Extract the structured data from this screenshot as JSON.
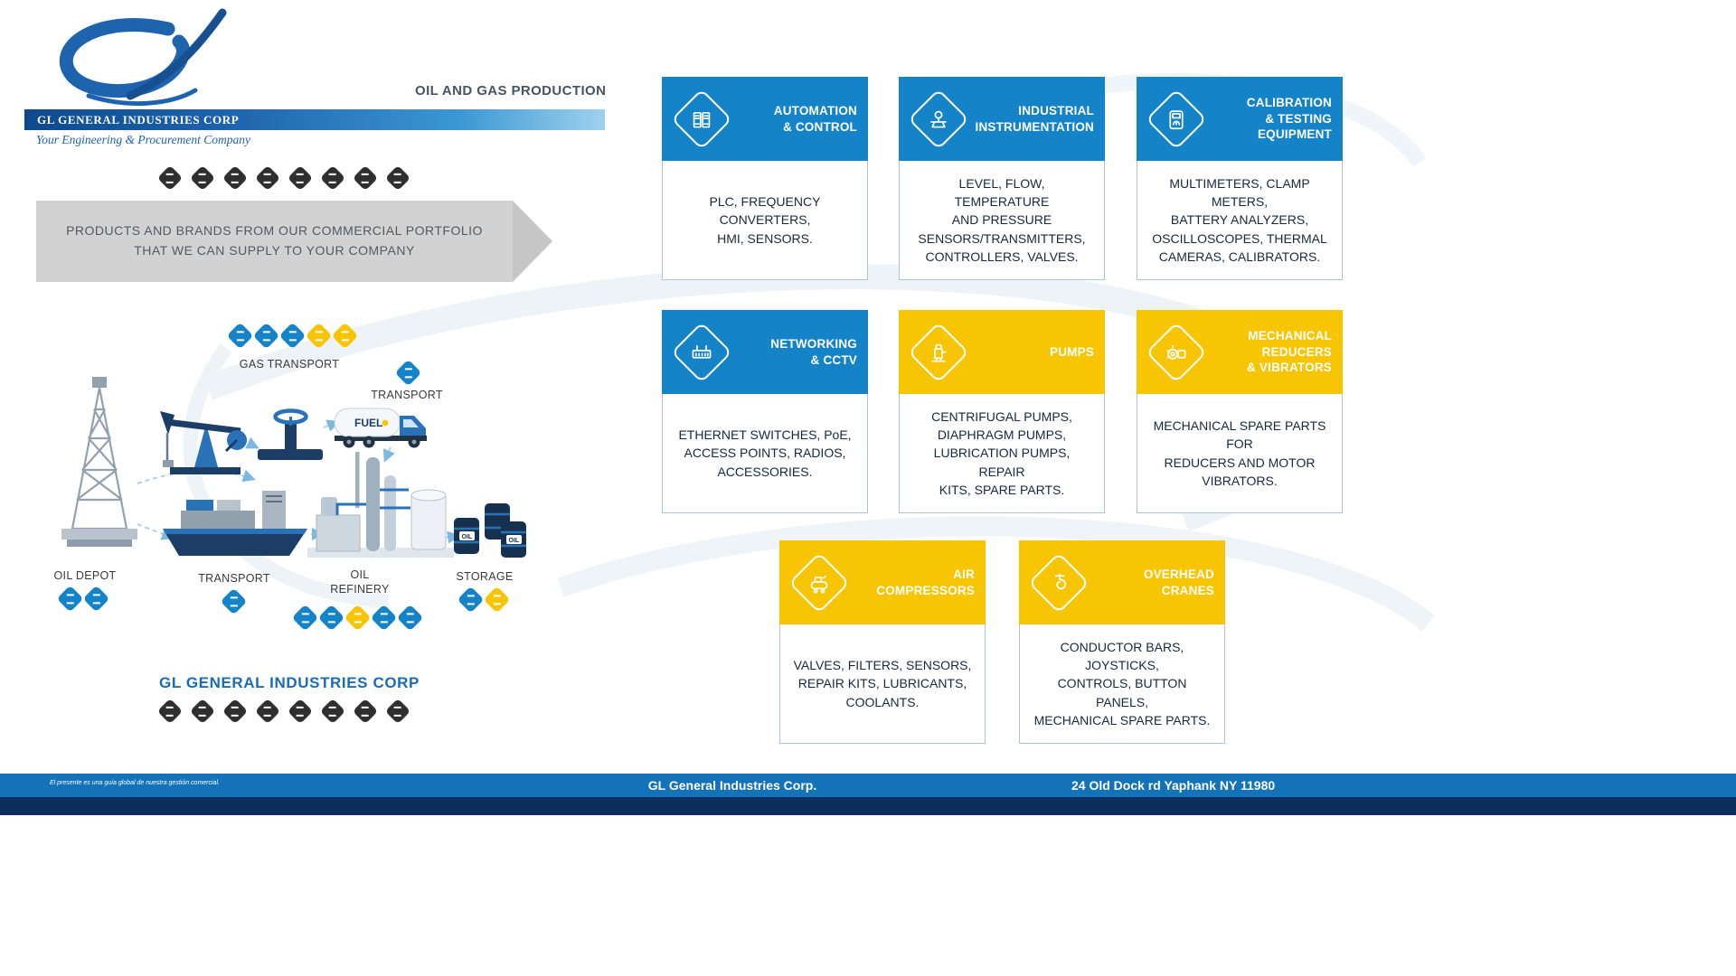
{
  "brand": {
    "name_bar": "GL GENERAL INDUSTRIES CORP",
    "tagline": "Your Engineering & Procurement Company"
  },
  "page": {
    "title": "OIL AND GAS PRODUCTION"
  },
  "banner": {
    "text": "PRODUCTS AND BRANDS FROM OUR COMMERCIAL PORTFOLIO\nTHAT WE CAN SUPPLY TO YOUR COMPANY"
  },
  "icon_strip_top": [
    {
      "name": "automation-icon",
      "color": "dark"
    },
    {
      "name": "instrumentation-icon",
      "color": "dark"
    },
    {
      "name": "calibration-icon",
      "color": "dark"
    },
    {
      "name": "networking-icon",
      "color": "dark"
    },
    {
      "name": "pumps-icon",
      "color": "dark"
    },
    {
      "name": "reducers-icon",
      "color": "dark"
    },
    {
      "name": "compressors-icon",
      "color": "dark"
    },
    {
      "name": "cranes-icon",
      "color": "dark"
    }
  ],
  "icon_strip_bottom": [
    {
      "name": "automation-icon",
      "color": "dark"
    },
    {
      "name": "instrumentation-icon",
      "color": "dark"
    },
    {
      "name": "calibration-icon",
      "color": "dark"
    },
    {
      "name": "networking-icon",
      "color": "dark"
    },
    {
      "name": "pumps-icon",
      "color": "dark"
    },
    {
      "name": "reducers-icon",
      "color": "dark"
    },
    {
      "name": "compressors-icon",
      "color": "dark"
    },
    {
      "name": "cranes-icon",
      "color": "dark"
    }
  ],
  "diagram": {
    "caption": "GL GENERAL INDUSTRIES CORP",
    "truck_label": "FUEL",
    "barrel_label": "OIL",
    "nodes": {
      "gas_transport": "GAS TRANSPORT",
      "transport_top": "TRANSPORT",
      "oil_depot": "OIL DEPOT",
      "transport_ship": "TRANSPORT",
      "refinery": "OIL\nREFINERY",
      "storage": "STORAGE"
    },
    "clusters": {
      "gas_transport": [
        {
          "name": "tanker-truck-icon",
          "color": "blue"
        },
        {
          "name": "trailer-icon",
          "color": "blue"
        },
        {
          "name": "compressor-unit-icon",
          "color": "blue"
        },
        {
          "name": "valve-icon",
          "color": "yellow"
        },
        {
          "name": "pump-icon",
          "color": "yellow"
        }
      ],
      "transport_top": [
        {
          "name": "tanker-truck-icon",
          "color": "blue"
        }
      ],
      "oil_depot": [
        {
          "name": "rig-equipment-icon",
          "color": "blue"
        },
        {
          "name": "pump-icon",
          "color": "blue"
        }
      ],
      "transport_ship": [
        {
          "name": "ship-equipment-icon",
          "color": "blue"
        }
      ],
      "refinery": [
        {
          "name": "column-icon",
          "color": "blue"
        },
        {
          "name": "instrument-icon",
          "color": "blue"
        },
        {
          "name": "safety-icon",
          "color": "yellow"
        },
        {
          "name": "piping-icon",
          "color": "blue"
        },
        {
          "name": "tank-icon",
          "color": "blue"
        }
      ],
      "storage": [
        {
          "name": "barrel-icon",
          "color": "blue"
        },
        {
          "name": "safety-icon",
          "color": "yellow"
        }
      ]
    }
  },
  "cards": [
    {
      "theme": "blue",
      "icon": "plc-icon",
      "title": "AUTOMATION\n& CONTROL",
      "body": "PLC, FREQUENCY CONVERTERS,\nHMI, SENSORS."
    },
    {
      "theme": "blue",
      "icon": "instrument-valve-icon",
      "title": "INDUSTRIAL\nINSTRUMENTATION",
      "body": "LEVEL, FLOW, TEMPERATURE\nAND PRESSURE\nSENSORS/TRANSMITTERS,\nCONTROLLERS, VALVES."
    },
    {
      "theme": "blue",
      "icon": "multimeter-icon",
      "title": "CALIBRATION\n& TESTING\nEQUIPMENT",
      "body": "MULTIMETERS, CLAMP METERS,\nBATTERY ANALYZERS,\nOSCILLOSCOPES, THERMAL\nCAMERAS, CALIBRATORS."
    },
    {
      "theme": "blue",
      "icon": "ethernet-switch-icon",
      "title": "NETWORKING\n& CCTV",
      "body": "ETHERNET SWITCHES, PoE,\nACCESS POINTS, RADIOS,\nACCESSORIES."
    },
    {
      "theme": "yellow",
      "icon": "pump-icon",
      "title": "PUMPS",
      "body": "CENTRIFUGAL PUMPS,\nDIAPHRAGM PUMPS,\nLUBRICATION PUMPS, REPAIR\nKITS, SPARE PARTS."
    },
    {
      "theme": "yellow",
      "icon": "gear-reducer-icon",
      "title": "MECHANICAL\nREDUCERS\n& VIBRATORS",
      "body": "MECHANICAL SPARE PARTS FOR\nREDUCERS AND MOTOR\nVIBRATORS."
    },
    {
      "theme": "yellow",
      "icon": "air-compressor-icon",
      "title": "AIR\nCOMPRESSORS",
      "body": "VALVES, FILTERS, SENSORS,\nREPAIR KITS, LUBRICANTS,\nCOOLANTS."
    },
    {
      "theme": "yellow",
      "icon": "crane-hook-icon",
      "title": "OVERHEAD\nCRANES",
      "body": "CONDUCTOR BARS, JOYSTICKS,\nCONTROLS, BUTTON PANELS,\nMECHANICAL SPARE PARTS."
    }
  ],
  "footer": {
    "left_note": "El presente es una guía global de nuestra gestión comercial.",
    "company": "GL General Industries Corp.",
    "address": "24 Old Dock rd Yaphank NY 11980"
  },
  "colors": {
    "blue": "#1583c7",
    "yellow": "#f8c504",
    "navy": "#16304f",
    "banner_gray": "#d2d2d2",
    "heading_blue": "#1a6cb5",
    "footer_blue": "#1472b9",
    "footer_navy": "#0c2e5e",
    "logo_blue": "#1e63ad"
  }
}
